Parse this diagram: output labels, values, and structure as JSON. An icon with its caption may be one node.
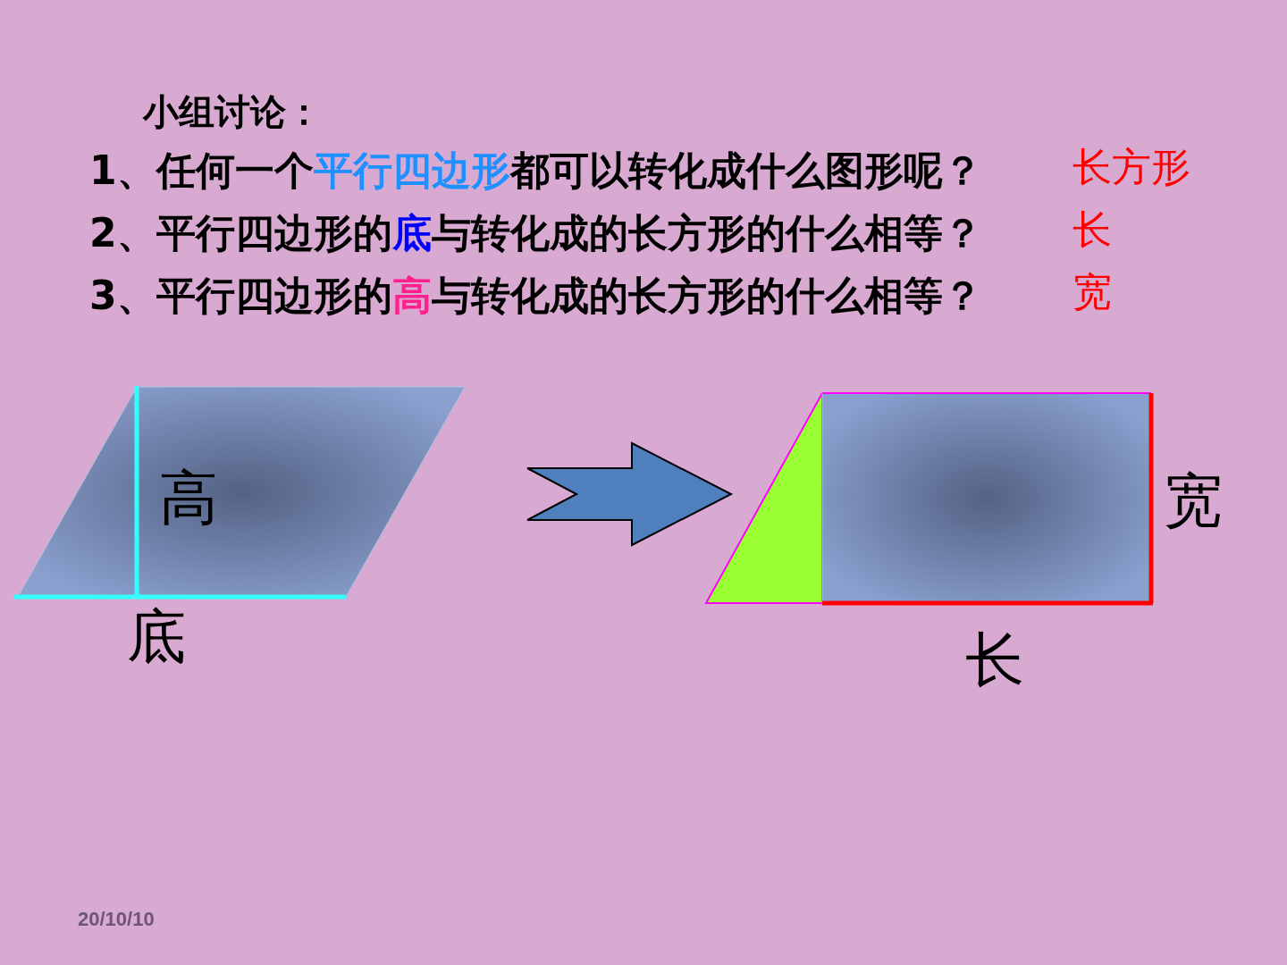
{
  "diagram": {
    "title": "小组讨论：",
    "nodes": [
      {
        "text": [
          "高"
        ],
        "beside": [
          "底"
        ]
      },
      {
        "text": [],
        "shape": "triangle"
      },
      {
        "text": [],
        "shape": "box",
        "beside": [
          "宽",
          "长"
        ]
      }
    ],
    "edges": [
      {
        "from": 0,
        "to": 2,
        "arrow": "to",
        "style": "thick"
      }
    ],
    "labels": [
      "1、任何一个**平行四边形**都可以转化成什么图形呢？",
      "长方形",
      "2、平行四边形的**底**与转化成的长方形的什么相等？",
      "长",
      "3、平行四边形的**高**与转化成的长方形的什么相等？",
      "宽",
      "20/10/10"
    ]
  }
}
